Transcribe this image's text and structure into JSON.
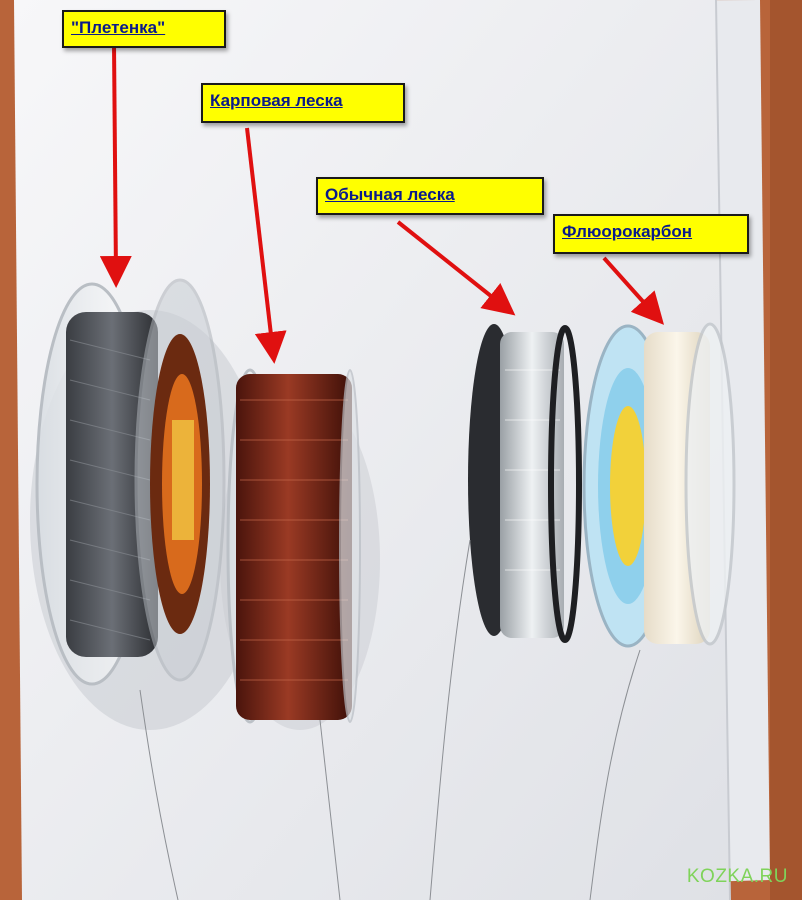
{
  "labels": {
    "braid": "\"Плетенка\"",
    "carp": "Карповая леска",
    "mono": "Обычная леска",
    "fluoro": "Флюорокарбон"
  },
  "watermark": "KOZKA.RU",
  "colors": {
    "label_bg": "#ffff00",
    "label_text": "#0a1a8a",
    "arrow": "#e01010",
    "wood": "#b8643a",
    "paper": "#f2f3f5"
  }
}
